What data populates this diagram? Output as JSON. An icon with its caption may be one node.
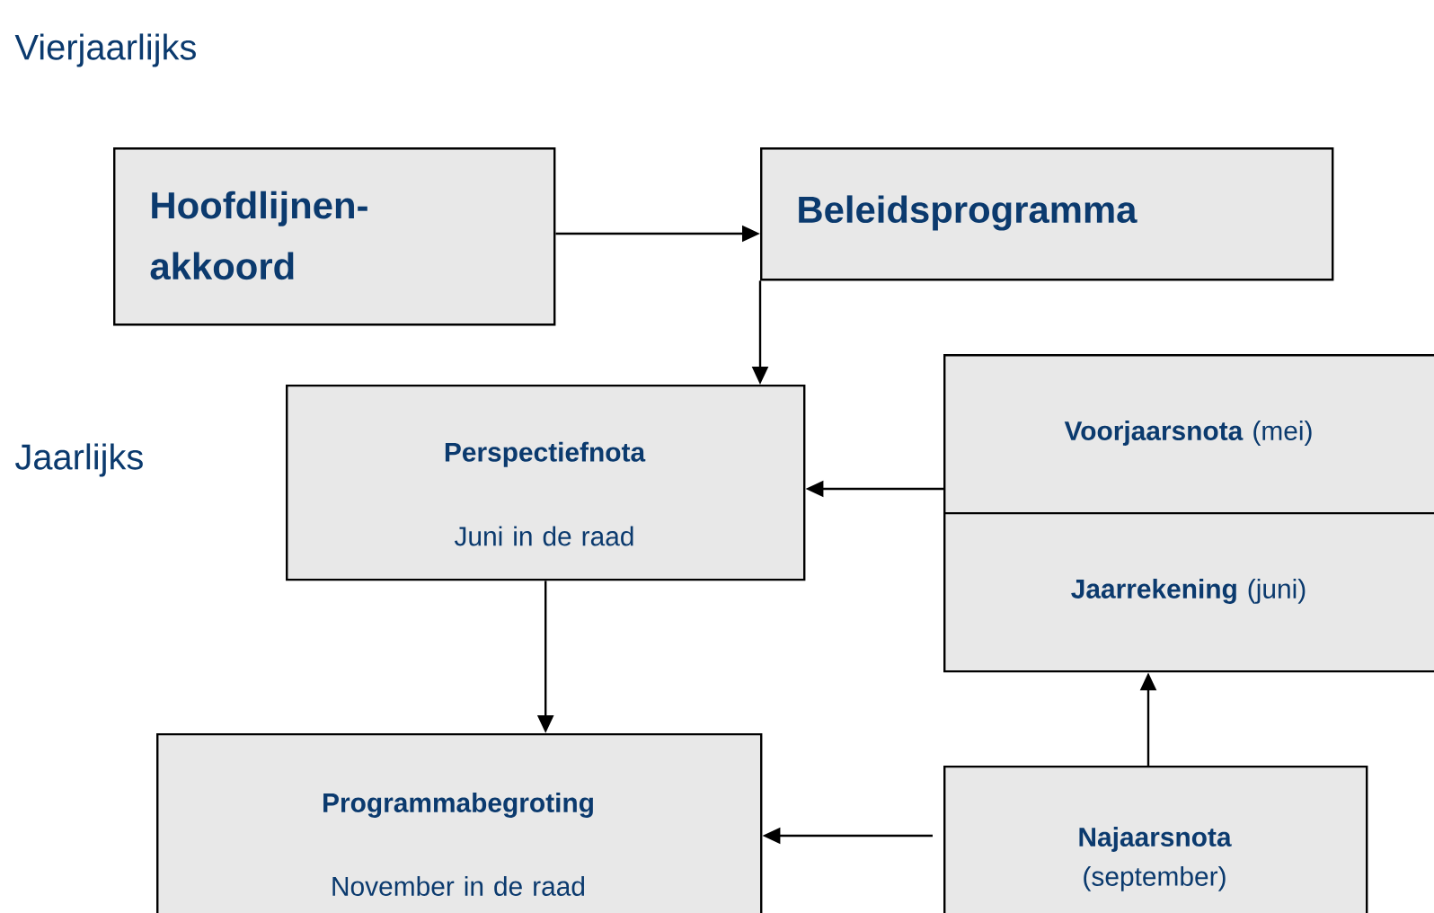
{
  "diagram": {
    "nodes": [
      {
        "text": [
          "Hoofdlijnen- akkoord"
        ]
      },
      {
        "text": [
          "Beleidsprogramma"
        ]
      },
      {
        "text": [
          "Perspectiefnota",
          "Juni in de raad"
        ]
      },
      {
        "text": [
          "**Voorjaarsnota** (mei)"
        ]
      },
      {
        "text": [
          "**Jaarrekening** (juni)"
        ]
      },
      {
        "text": [
          "Programmabegroting",
          "November in de raad"
        ]
      },
      {
        "text": [
          "**Najaarsnota** (september)"
        ]
      }
    ],
    "edges": [
      {
        "from": 0,
        "to": 1,
        "arrow": "to"
      },
      {
        "from": 1,
        "to": 2,
        "arrow": "to"
      },
      {
        "from": 3,
        "to": 2,
        "arrow": "to"
      },
      {
        "from": 2,
        "to": 5,
        "arrow": "to"
      },
      {
        "from": 6,
        "to": 4,
        "arrow": "to"
      },
      {
        "from": 6,
        "to": 5,
        "arrow": "to"
      }
    ],
    "labels": [
      "Vierjaarlijks",
      "Jaarlijks"
    ]
  }
}
